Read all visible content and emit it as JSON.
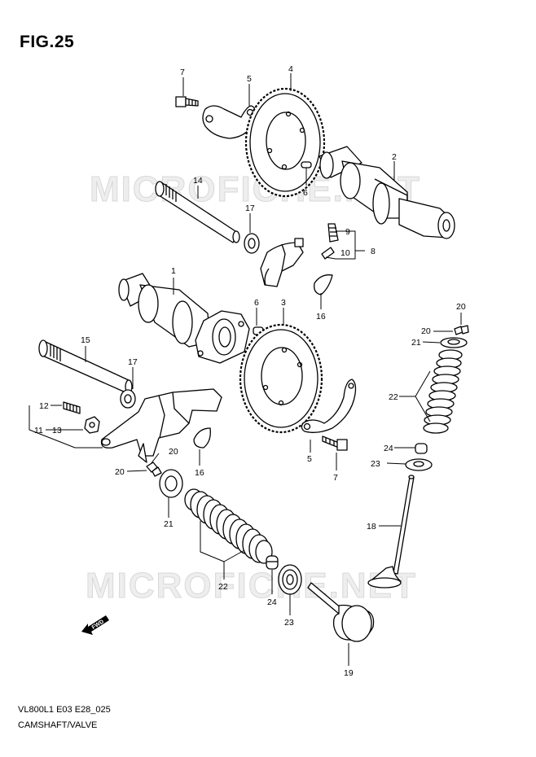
{
  "figure": {
    "title": "FIG.25",
    "code": "VL800L1 E03 E28_025",
    "caption": "CAMSHAFT/VALVE"
  },
  "watermark": "MICROFICHE.NET",
  "fwd_label": "FWD",
  "callouts": [
    "7",
    "5",
    "4",
    "2",
    "6",
    "14",
    "17",
    "9",
    "10",
    "8",
    "16",
    "1",
    "6",
    "3",
    "20",
    "21",
    "15",
    "17",
    "22",
    "12",
    "11",
    "13",
    "20",
    "20",
    "16",
    "5",
    "7",
    "24",
    "23",
    "18",
    "21",
    "22",
    "24",
    "23",
    "19",
    "20"
  ]
}
